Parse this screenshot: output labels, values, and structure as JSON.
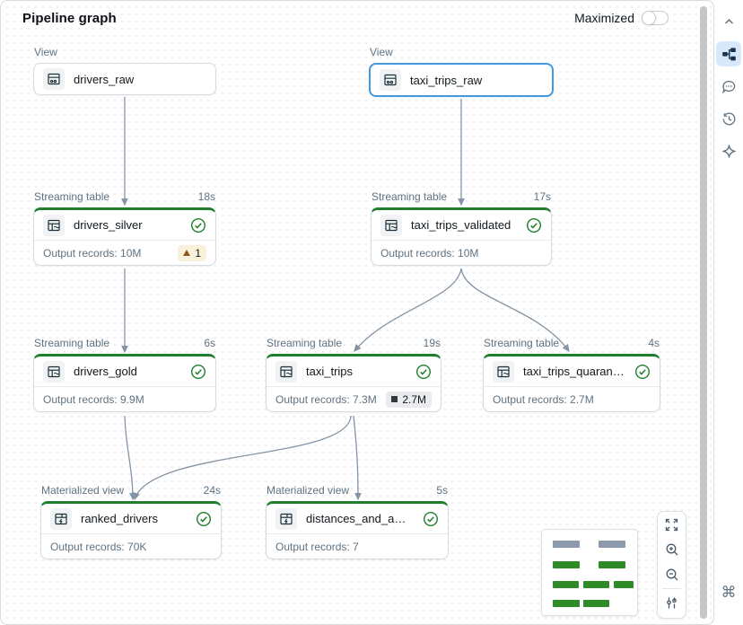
{
  "header": {
    "title": "Pipeline graph",
    "maximized_label": "Maximized"
  },
  "graph": {
    "nodes": [
      {
        "kind": "View",
        "name": "drivers_raw"
      },
      {
        "kind": "View",
        "name": "taxi_trips_raw"
      },
      {
        "kind": "Streaming table",
        "duration": "18s",
        "name": "drivers_silver",
        "records": "Output records: 10M",
        "warning_badge": "1"
      },
      {
        "kind": "Streaming table",
        "duration": "17s",
        "name": "taxi_trips_validated",
        "records": "Output records: 10M"
      },
      {
        "kind": "Streaming table",
        "duration": "6s",
        "name": "drivers_gold",
        "records": "Output records: 9.9M"
      },
      {
        "kind": "Streaming table",
        "duration": "19s",
        "name": "taxi_trips",
        "records": "Output records: 7.3M",
        "metric_badge": "2.7M"
      },
      {
        "kind": "Streaming table",
        "duration": "4s",
        "name": "taxi_trips_quarantine",
        "records": "Output records: 2.7M"
      },
      {
        "kind": "Materialized view",
        "duration": "24s",
        "name": "ranked_drivers",
        "records": "Output records: 70K"
      },
      {
        "kind": "Materialized view",
        "duration": "5s",
        "name": "distances_and_amounts_b...",
        "records": "Output records: 7"
      }
    ]
  },
  "icons": {
    "sidebar": [
      "chevron-up-icon",
      "pipeline-graph-icon",
      "comments-icon",
      "history-icon",
      "assistant-sparkle-icon",
      "command-icon"
    ],
    "zoom_controls": [
      "fit-to-screen-icon",
      "zoom-in-icon",
      "zoom-out-icon",
      "layout-settings-icon"
    ]
  },
  "colors": {
    "success_green": "#1E7F2C",
    "selected_blue": "#4299E0",
    "edge": "#8294A5",
    "warning_bg": "#FAF1DB",
    "warning_fg": "#8D5A1D",
    "sidebar_active_bg": "#D7E9F8"
  }
}
